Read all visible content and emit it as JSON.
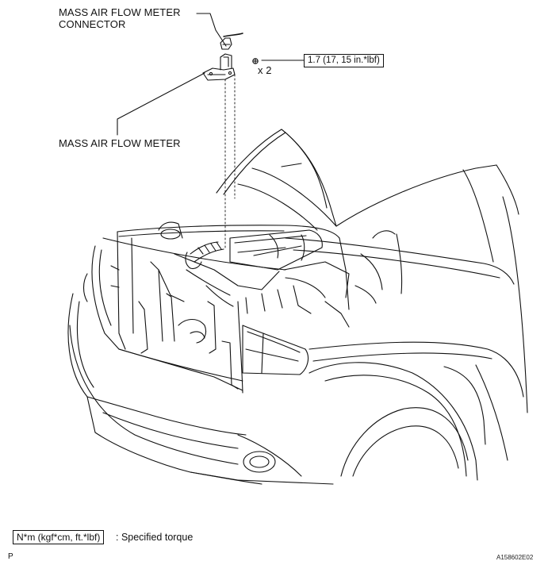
{
  "labels": {
    "connector_line1": "MASS AIR FLOW METER",
    "connector_line2": "CONNECTOR",
    "meter": "MASS AIR FLOW METER",
    "qty": "x 2",
    "torque_value": "1.7 (17, 15 in.*lbf)"
  },
  "legend": {
    "unit_box": "N*m (kgf*cm, ft.*lbf)",
    "description": ": Specified torque"
  },
  "footer": {
    "page_letter": "P",
    "figure_code": "A158602E02"
  }
}
